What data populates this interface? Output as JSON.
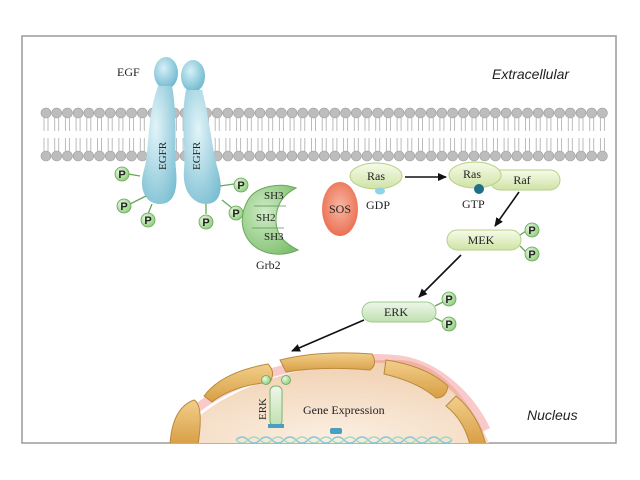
{
  "regions": {
    "extracellular": "Extracellular",
    "nucleus": "Nucleus"
  },
  "ligand": {
    "name": "EGF"
  },
  "receptor": {
    "left": "EGFR",
    "right": "EGFR"
  },
  "phospho": "P",
  "adaptor": {
    "name": "Grb2",
    "domains": [
      "SH3",
      "SH2",
      "SH3"
    ]
  },
  "gef": {
    "name": "SOS"
  },
  "ras_inactive": {
    "name": "Ras",
    "nucleotide": "GDP"
  },
  "ras_active": {
    "name": "Ras",
    "nucleotide": "GTP",
    "partner": "Raf"
  },
  "mapkk": {
    "name": "MEK"
  },
  "mapk": {
    "name": "ERK"
  },
  "nuclear": {
    "erk": "ERK",
    "output": "Gene Expression"
  },
  "colors": {
    "frame": "#9a9a9a",
    "lipid_head": "#bdbdbd",
    "receptor": "#8cc6d6",
    "phospho": "#a9d99b",
    "grb2": "#93cc87",
    "sos": "#ef7a5d",
    "kinase": "#e2efc2",
    "nuclear_envelope": "#e2b05f",
    "nucleoplasm": "#f6e3cf",
    "arrow": "#111111"
  }
}
